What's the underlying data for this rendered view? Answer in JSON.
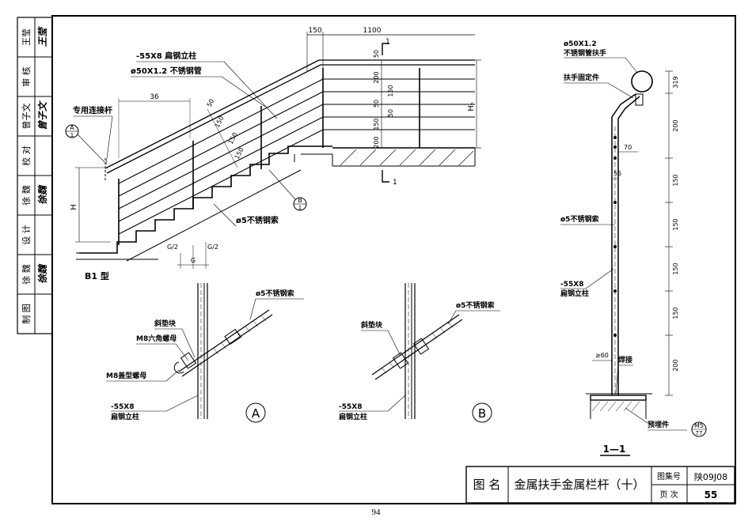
{
  "side_block": [
    {
      "role": "王莹",
      "sign": "王莹"
    },
    {
      "role": "审 核",
      "sign": ""
    },
    {
      "role": "曾子文",
      "sign": "曾子文"
    },
    {
      "role": "校 对",
      "sign": ""
    },
    {
      "role": "徐 魏",
      "sign": "徐魏"
    },
    {
      "role": "设 计",
      "sign": ""
    },
    {
      "role": "徐 魏",
      "sign": "徐魏"
    },
    {
      "role": "制 图",
      "sign": ""
    }
  ],
  "b1": {
    "label": "B1 型",
    "rail_flat": "-55X8 扁钢立柱",
    "pipe": "ø50X1.2 不锈钢管",
    "connector": "专用连接杆",
    "cable": "ø5不锈钢索",
    "dims": {
      "d36": "36",
      "d150": "150",
      "d1100": "1100",
      "d50a": "50",
      "d200a": "200",
      "d50b": "50",
      "d150a": "150",
      "d50c": "50",
      "d150b": "150",
      "d200b": "200",
      "d50d": "50",
      "d150c": "150",
      "H": "H",
      "Hh": "Hₕ",
      "G": "G",
      "G2a": "G/2",
      "G2b": "G/2",
      "s1": "1",
      "s1b": "1",
      "d150e": "150",
      "d150f": "150"
    },
    "callout_a": "A",
    "callout_a_sub": "1",
    "callout_b": "B",
    "callout_b_sub": "1"
  },
  "detail_a": {
    "label": "A",
    "cable": "ø5不锈钢索",
    "pad": "斜垫块",
    "nut1": "M8六角螺母",
    "nut2": "M8盖型螺母",
    "post": "-55X8",
    "post2": "扁钢立柱"
  },
  "detail_b": {
    "label": "B",
    "cable": "ø5不锈钢索",
    "pad": "斜垫块",
    "post": "-55X8",
    "post2": "扁钢立柱"
  },
  "section": {
    "title": "1—1",
    "pipe": "ø50X1.2",
    "pipe2": "不锈钢管扶手",
    "fixer": "扶手固定件",
    "cable": "ø5不锈钢索",
    "post": "-55X8",
    "post2": "扁钢立柱",
    "weld": "焊接",
    "embed": "预埋件",
    "mark": "M5",
    "mark_sub": "77",
    "dims": [
      "319",
      "200",
      "150",
      "150",
      "150",
      "150",
      "200"
    ],
    "d70": "70",
    "d55": "55",
    "d60": "≥60"
  },
  "title_block": {
    "name_label": "图 名",
    "title": "金属扶手金属栏杆（十）",
    "atlas_label": "图集号",
    "atlas_no": "陕09J08",
    "page_label": "页 次",
    "page_no": "55"
  },
  "page_number": "94"
}
